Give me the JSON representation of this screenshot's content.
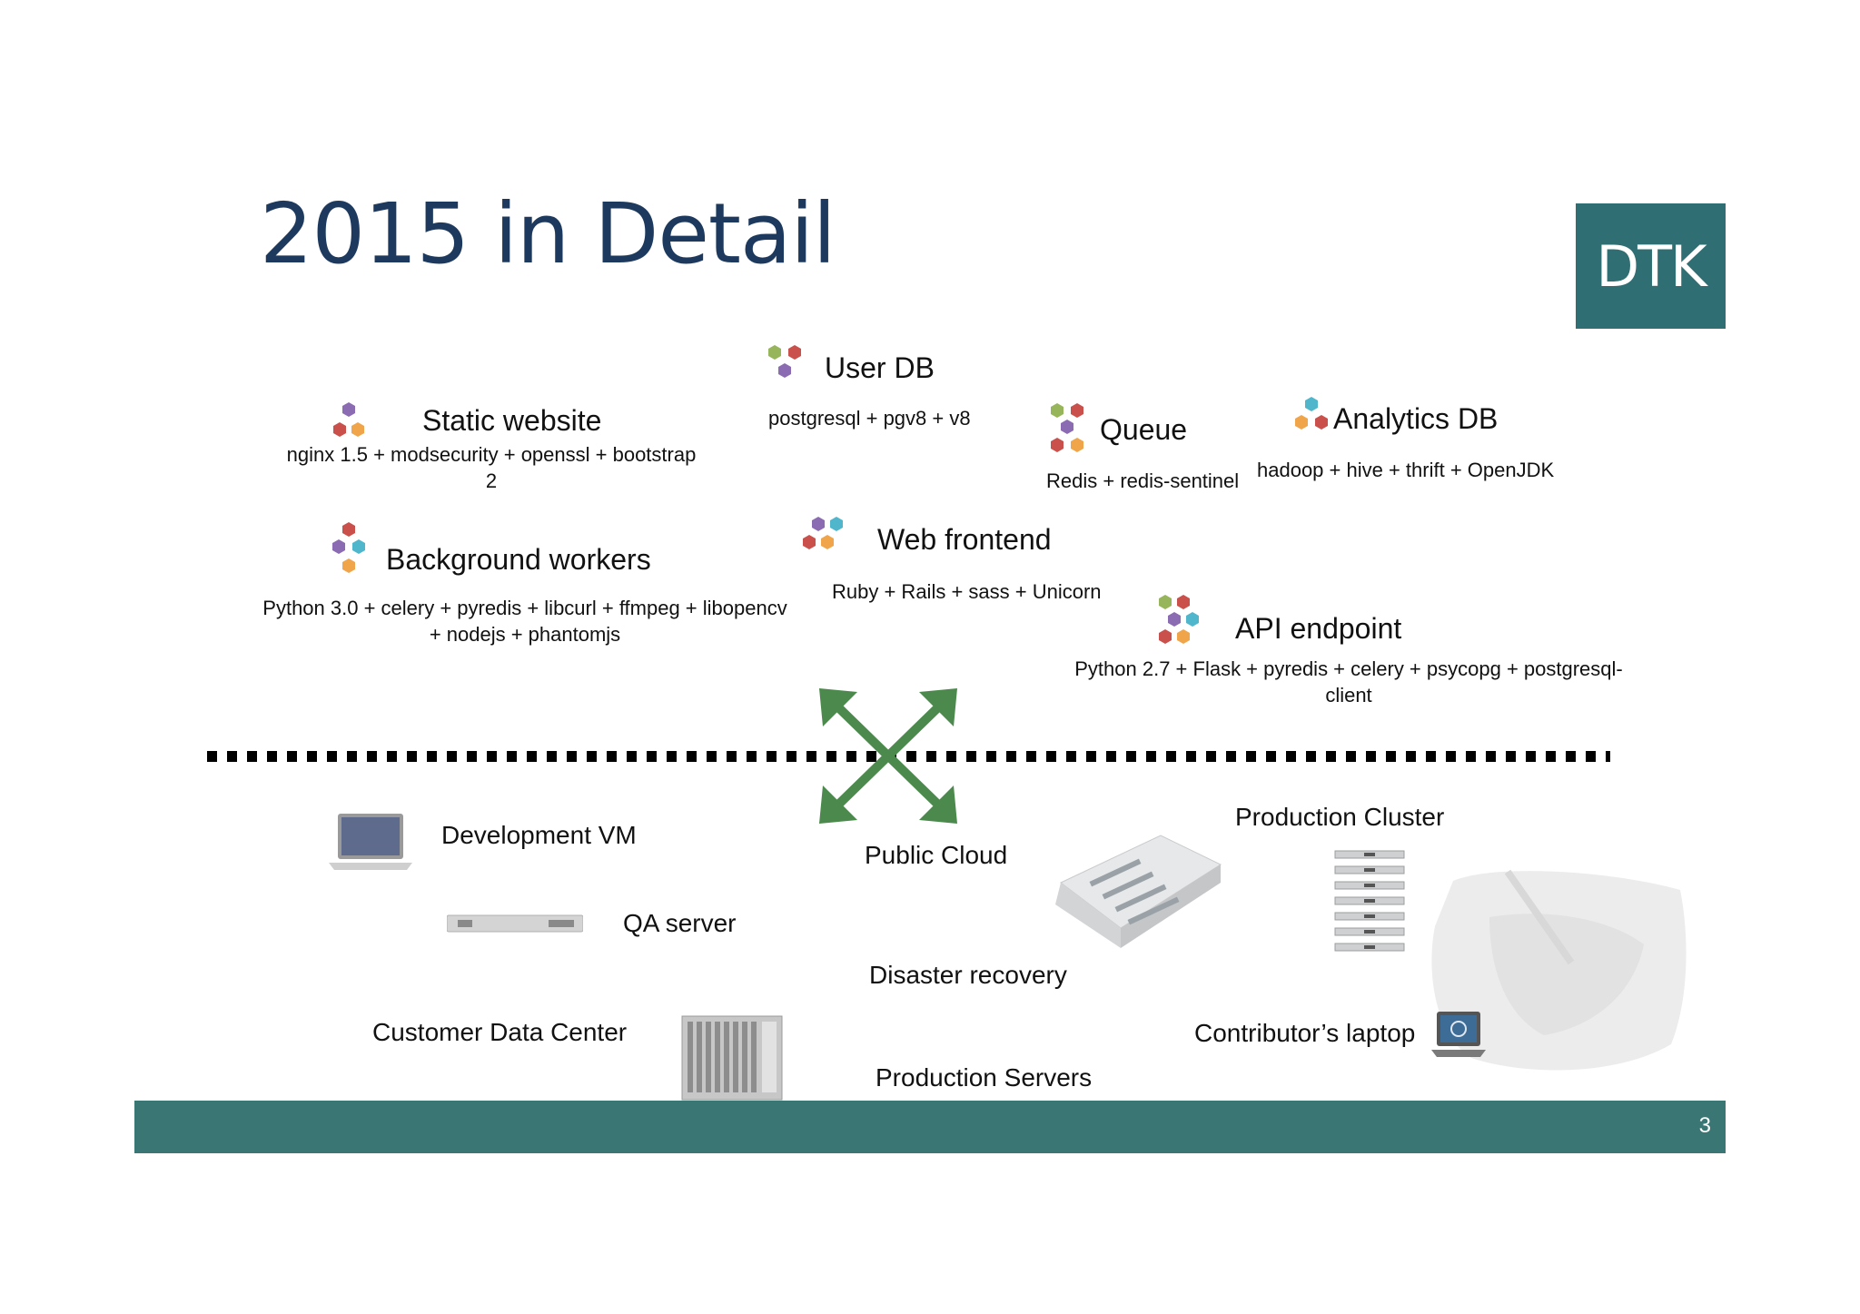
{
  "slide": {
    "title": "2015 in Detail",
    "logo_text": "DTK",
    "page_number": "3"
  },
  "colors": {
    "purple": "#8b6bb1",
    "red": "#c9504b",
    "orange": "#f0a54a",
    "green": "#97b55a",
    "blue": "#4fb6cc",
    "teal": "#3a7673",
    "title_blue": "#1d3a5e",
    "arrow_green": "#4b8a4c"
  },
  "services": {
    "static_website": {
      "name": "Static website",
      "stack": "nginx 1.5 + modsecurity + openssl + bootstrap",
      "stack_line2": "2"
    },
    "user_db": {
      "name": "User DB",
      "stack": "postgresql + pgv8 + v8"
    },
    "queue": {
      "name": "Queue",
      "stack": "Redis + redis-sentinel"
    },
    "analytics_db": {
      "name": "Analytics DB",
      "stack": "hadoop + hive + thrift + OpenJDK"
    },
    "background_workers": {
      "name": "Background workers",
      "stack": "Python 3.0 + celery + pyredis + libcurl + ffmpeg + libopencv",
      "stack_line2": "+ nodejs + phantomjs"
    },
    "web_frontend": {
      "name": "Web frontend",
      "stack": "Ruby + Rails + sass + Unicorn"
    },
    "api_endpoint": {
      "name": "API endpoint",
      "stack": "Python 2.7 + Flask + pyredis + celery + psycopg + postgresql-",
      "stack_line2": "client"
    }
  },
  "environments": {
    "development_vm": "Development VM",
    "qa_server": "QA server",
    "public_cloud": "Public Cloud",
    "production_cluster": "Production Cluster",
    "disaster_recovery": "Disaster recovery",
    "customer_data_center": "Customer Data Center",
    "contributors_laptop": "Contributor’s laptop",
    "production_servers": "Production Servers"
  },
  "icons": {
    "service": "hexagon-cluster-icon",
    "dev_vm": "laptop-icon",
    "qa": "rack-server-icon",
    "public_cloud": "datacenter-icon",
    "cluster": "server-stack-icon",
    "customer_dc": "blade-server-icon",
    "contributor": "laptop-icon",
    "arrows": "four-way-arrow-icon"
  }
}
